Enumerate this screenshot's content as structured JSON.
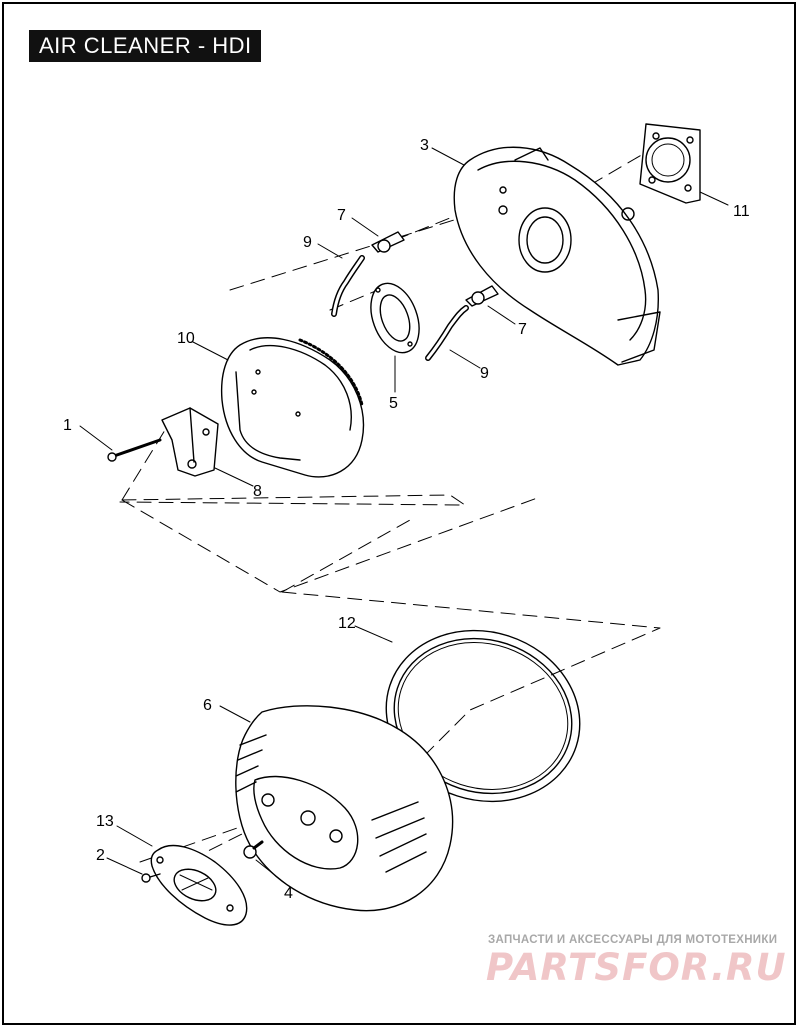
{
  "title": "AIR CLEANER - HDI",
  "callouts": {
    "c1": "1",
    "c2": "2",
    "c3": "3",
    "c4": "4",
    "c5": "5",
    "c6": "6",
    "c7a": "7",
    "c7b": "7",
    "c8": "8",
    "c9a": "9",
    "c9b": "9",
    "c10": "10",
    "c11": "11",
    "c12": "12",
    "c13": "13"
  },
  "watermark": {
    "subtitle": "ЗАПЧАСТИ И АКСЕССУАРЫ ДЛЯ МОТОТЕХНИКИ",
    "logo": "PARTSFOR.RU"
  },
  "colors": {
    "line": "#000000",
    "title_bg": "#111111",
    "watermark_text": "#a8a8a8",
    "watermark_logo": "#f0c6c8"
  }
}
